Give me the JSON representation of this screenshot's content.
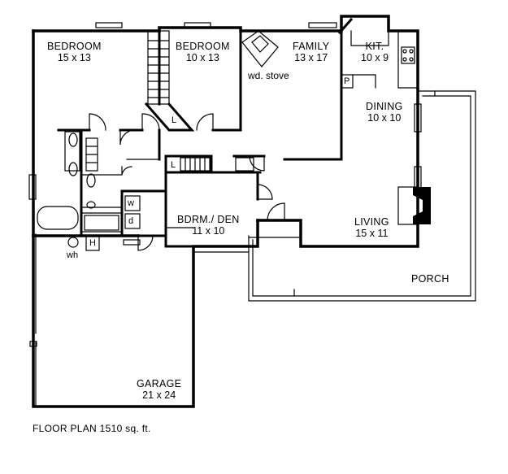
{
  "rooms": {
    "bedroom1": {
      "name": "BEDROOM",
      "dim": "15 x 13"
    },
    "bedroom2": {
      "name": "BEDROOM",
      "dim": "10 x 13"
    },
    "family": {
      "name": "FAMILY",
      "dim": "13 x 17"
    },
    "kitchen": {
      "name": "KIT.",
      "dim": "10 x 9"
    },
    "dining": {
      "name": "DINING",
      "dim": "10 x 10"
    },
    "den": {
      "name": "BDRM./ DEN",
      "dim": "11 x 10"
    },
    "living": {
      "name": "LIVING",
      "dim": "15 x 11"
    },
    "garage": {
      "name": "GARAGE",
      "dim": "21 x 24"
    },
    "porch": {
      "name": "PORCH"
    }
  },
  "fixtures": {
    "stove": "wd. stove",
    "water_heater": "wh",
    "washer": "w",
    "dryer": "d",
    "hvac": "H",
    "linen1": "L",
    "linen2": "L",
    "pantry": "P"
  },
  "caption": "FLOOR PLAN  1510 sq. ft."
}
